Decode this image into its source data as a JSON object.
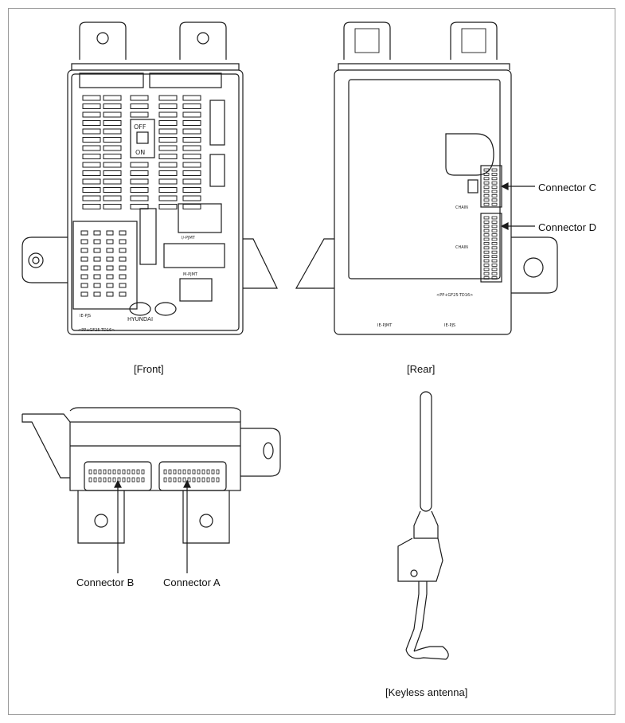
{
  "captions": {
    "front": "[Front]",
    "rear": "[Rear]",
    "antenna": "[Keyless antenna]"
  },
  "connectors": {
    "a": "Connector A",
    "b": "Connector B",
    "c": "Connector C",
    "d": "Connector D"
  },
  "front_markings": {
    "off": "OFF",
    "on": "ON",
    "brand": "HYUNDAI",
    "part_no": "<PP+GF25-TD16>",
    "conn_i_pjmt": "I/-PJMT",
    "conn_m_pjmt": "M-PJMT",
    "conn_ie_pjs": "IE-PJS"
  },
  "rear_markings": {
    "chain_upper": "CHAIN",
    "chain_lower": "CHAIN",
    "part_no": "<PP+GF25-TD16>",
    "bottom_left": "IE-PJMT",
    "bottom_right": "IE-PJS"
  },
  "colors": {
    "line": "#1a1a1a",
    "frame": "#9a9a9a"
  }
}
